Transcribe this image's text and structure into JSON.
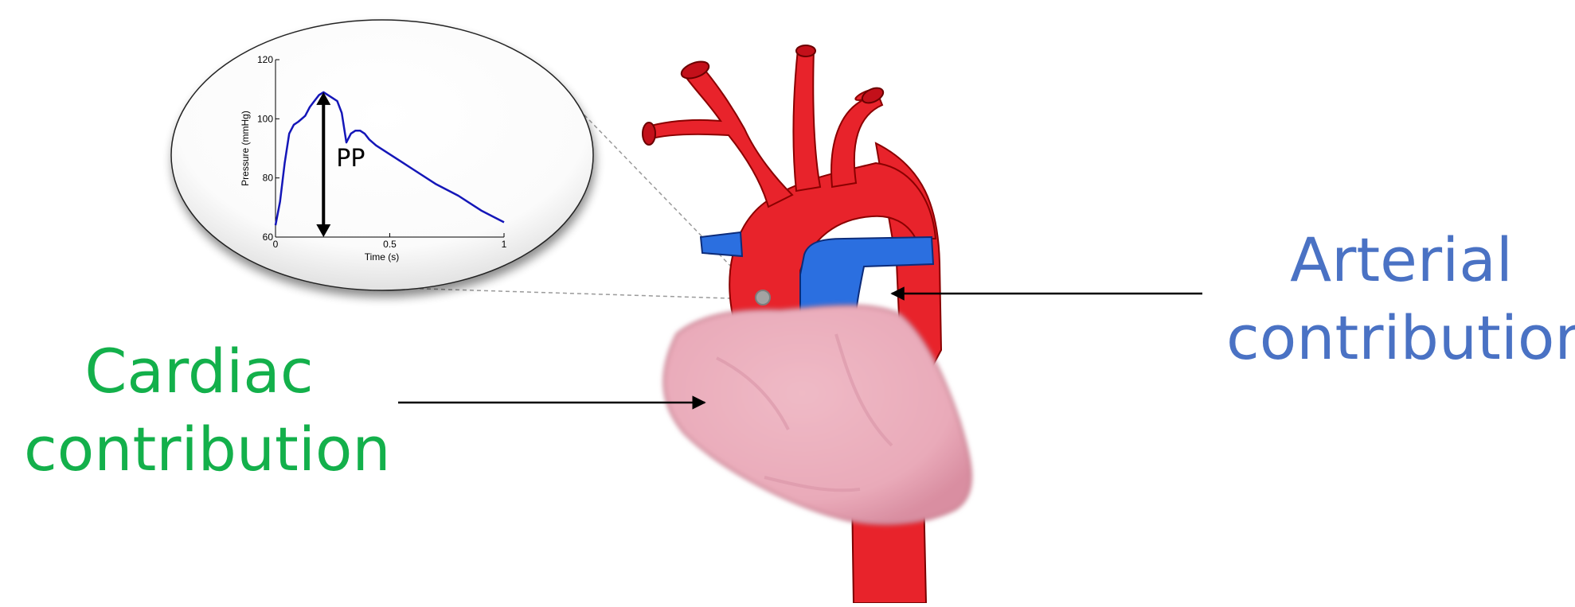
{
  "labels": {
    "cardiac_line1": "Cardiac",
    "cardiac_line2": "contribution",
    "arterial_line1": "Arterial",
    "arterial_line2": "contribution",
    "pp": "PP"
  },
  "colors": {
    "cardiac": "#13b04b",
    "arterial": "#4a72c4",
    "artery_red": "#e8232b",
    "vein_blue": "#2b6fe0",
    "heart_pink": "#eab2bf",
    "curve": "#1416b8"
  },
  "chart_data": {
    "type": "line",
    "xlabel": "Time (s)",
    "ylabel": "Pressure (mmHg)",
    "xlim": [
      0,
      1
    ],
    "ylim": [
      60,
      120
    ],
    "xticks": [
      "0",
      "0.5",
      "1"
    ],
    "yticks": [
      "60",
      "80",
      "100",
      "120"
    ],
    "annotation": "PP",
    "series": [
      {
        "x": [
          0,
          0.02,
          0.04,
          0.06,
          0.08,
          0.1,
          0.13,
          0.15,
          0.17,
          0.19,
          0.21,
          0.23,
          0.25,
          0.27,
          0.29,
          0.31,
          0.33,
          0.35,
          0.37,
          0.39,
          0.41,
          0.44,
          0.5,
          0.6,
          0.7,
          0.8,
          0.9,
          0.95,
          1.0
        ],
        "y": [
          64,
          72,
          85,
          95,
          98,
          99,
          101,
          104,
          106,
          108,
          109,
          108,
          107,
          106,
          102,
          92,
          95,
          96,
          96,
          95,
          93,
          91,
          88,
          83,
          78,
          74,
          69,
          67,
          65
        ]
      }
    ]
  }
}
